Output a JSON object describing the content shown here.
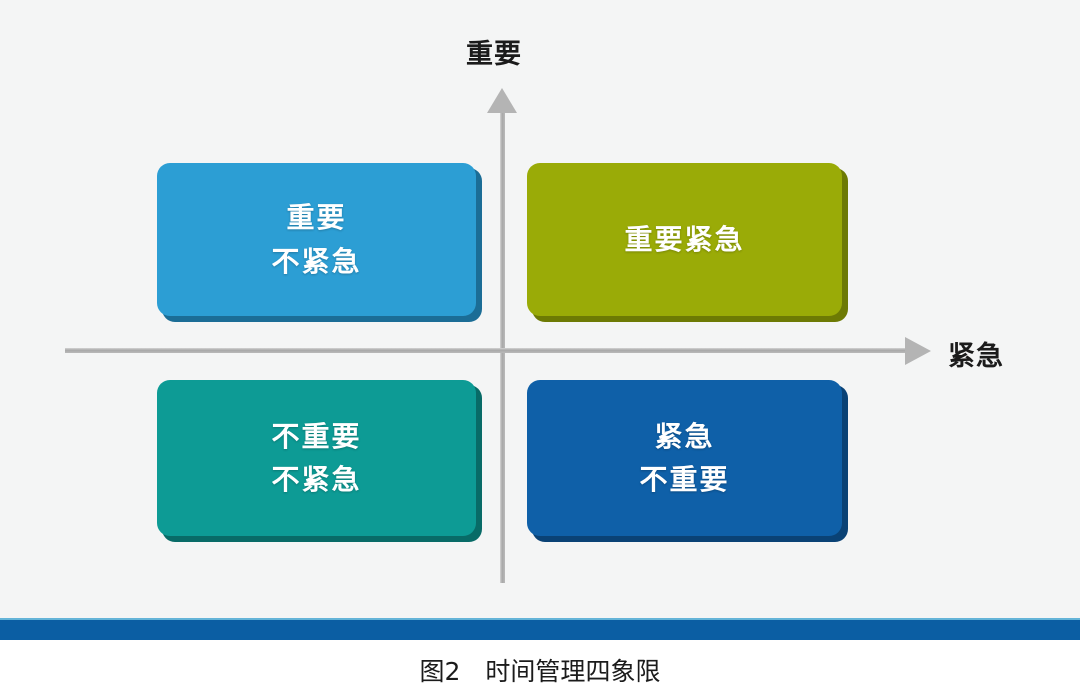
{
  "figure": {
    "background_color": "#f4f5f5",
    "caption": "图2　时间管理四象限",
    "rule_color": "#0b5ea3",
    "rule_accent_color": "#64b4d8"
  },
  "axes": {
    "vertical_label": "重要",
    "horizontal_label": "紧急",
    "arrow_color": "#b4b4b4",
    "vertical_arrow_icon": "arrow-up-icon",
    "horizontal_arrow_icon": "arrow-right-icon"
  },
  "quadrants": [
    {
      "id": "important-not-urgent",
      "position": "top-left",
      "lines": [
        "重要",
        "不紧急"
      ],
      "color": "#2c9ed4",
      "shadow_color": "#1b6d96"
    },
    {
      "id": "important-urgent",
      "position": "top-right",
      "lines": [
        "重要紧急"
      ],
      "color": "#9aab07",
      "shadow_color": "#6d7a04"
    },
    {
      "id": "not-important-not-urgent",
      "position": "bottom-left",
      "lines": [
        "不重要",
        "不紧急"
      ],
      "color": "#0d9b95",
      "shadow_color": "#086b67"
    },
    {
      "id": "urgent-not-important",
      "position": "bottom-right",
      "lines": [
        "紧急",
        "不重要"
      ],
      "color": "#0f60a8",
      "shadow_color": "#0a4275"
    }
  ]
}
